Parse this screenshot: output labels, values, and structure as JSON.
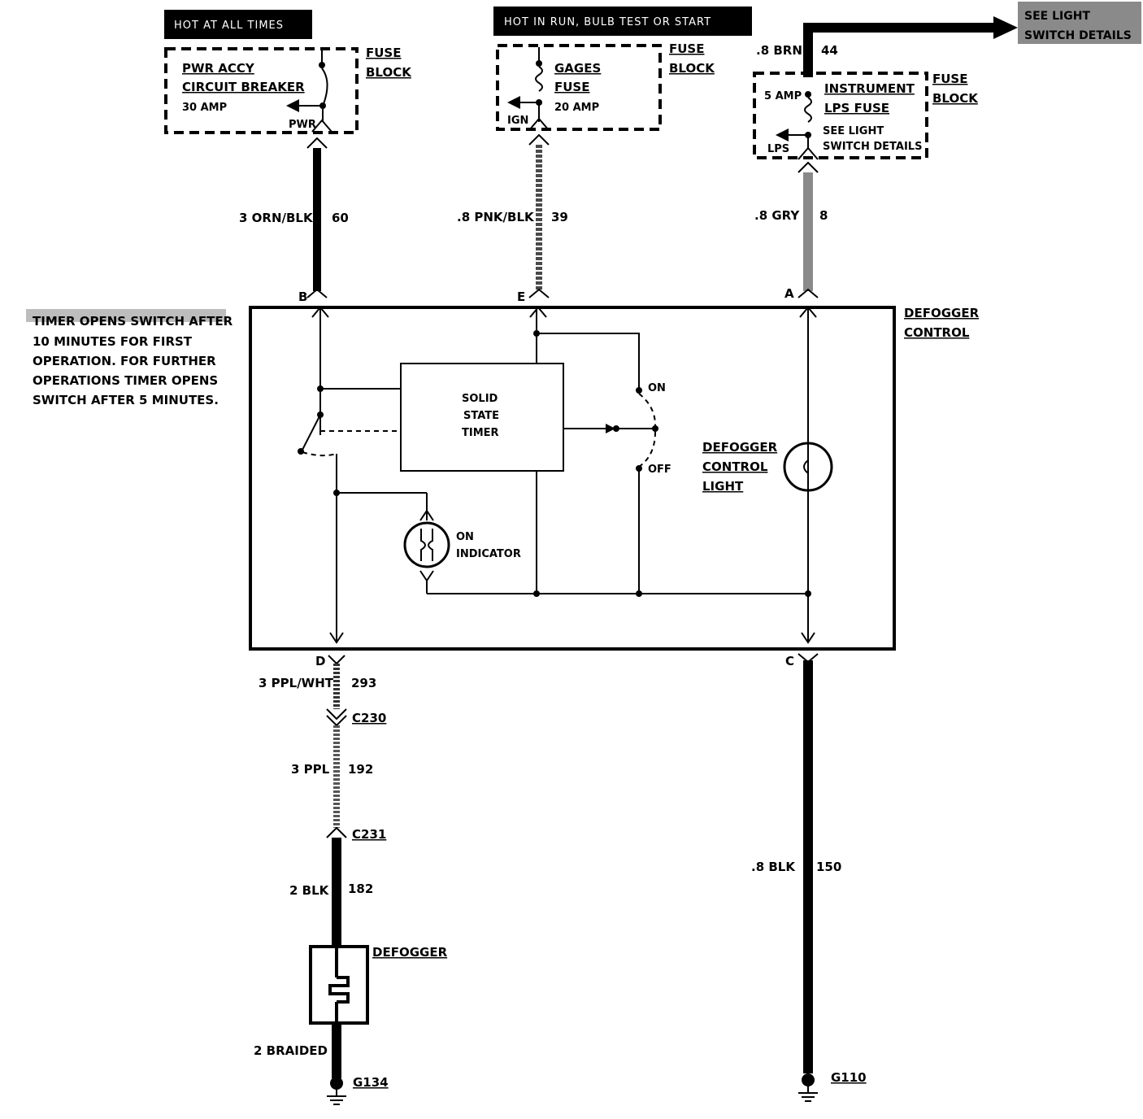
{
  "power_sources": {
    "hot_at_all_times": "HOT AT ALL TIMES",
    "hot_in_run": "HOT IN RUN, BULB TEST OR START",
    "see_light_switch": [
      "SEE LIGHT",
      "SWITCH DETAILS"
    ]
  },
  "fuse_blocks": {
    "left": {
      "block_label": [
        "FUSE",
        "BLOCK"
      ],
      "name": [
        "PWR ACCY",
        "CIRCUIT BREAKER"
      ],
      "rating": "30 AMP",
      "terminal": "PWR"
    },
    "middle": {
      "block_label": [
        "FUSE",
        "BLOCK"
      ],
      "name": [
        "GAGES",
        "FUSE"
      ],
      "rating": "20 AMP",
      "terminal": "IGN"
    },
    "right": {
      "block_label": [
        "FUSE",
        "BLOCK"
      ],
      "name": [
        "INSTRUMENT",
        "LPS FUSE"
      ],
      "rating": "5 AMP",
      "details": [
        "SEE LIGHT",
        "SWITCH DETAILS"
      ],
      "terminal": "LPS"
    }
  },
  "wires": {
    "brn": {
      "gauge": ".8 BRN",
      "circuit": "44"
    },
    "orn_blk": {
      "gauge": "3 ORN/BLK",
      "circuit": "60"
    },
    "pnk_blk": {
      "gauge": ".8 PNK/BLK",
      "circuit": "39"
    },
    "gry": {
      "gauge": ".8 GRY",
      "circuit": "8"
    },
    "ppl_wht": {
      "gauge": "3 PPL/WHT",
      "circuit": "293"
    },
    "ppl": {
      "gauge": "3 PPL",
      "circuit": "192"
    },
    "blk2": {
      "gauge": "2 BLK",
      "circuit": "182"
    },
    "braided": {
      "gauge": "2 BRAIDED"
    },
    "blk8": {
      "gauge": ".8 BLK",
      "circuit": "150"
    }
  },
  "control": {
    "title": [
      "DEFOGGER",
      "CONTROL"
    ],
    "terminals": {
      "b": "B",
      "e": "E",
      "a": "A",
      "d": "D",
      "c": "C"
    },
    "timer": [
      "SOLID",
      "STATE",
      "TIMER"
    ],
    "switch_on": "ON",
    "switch_off": "OFF",
    "indicator": [
      "ON",
      "INDICATOR"
    ],
    "light": [
      "DEFOGGER",
      "CONTROL",
      "LIGHT"
    ]
  },
  "timer_note": [
    "TIMER OPENS SWITCH AFTER",
    "10 MINUTES FOR FIRST",
    "OPERATION. FOR FURTHER",
    "OPERATIONS TIMER OPENS",
    "SWITCH AFTER 5 MINUTES."
  ],
  "connectors": {
    "c230": "C230",
    "c231": "C231"
  },
  "defogger_label": "DEFOGGER",
  "grounds": {
    "g134": "G134",
    "g110": "G110"
  }
}
